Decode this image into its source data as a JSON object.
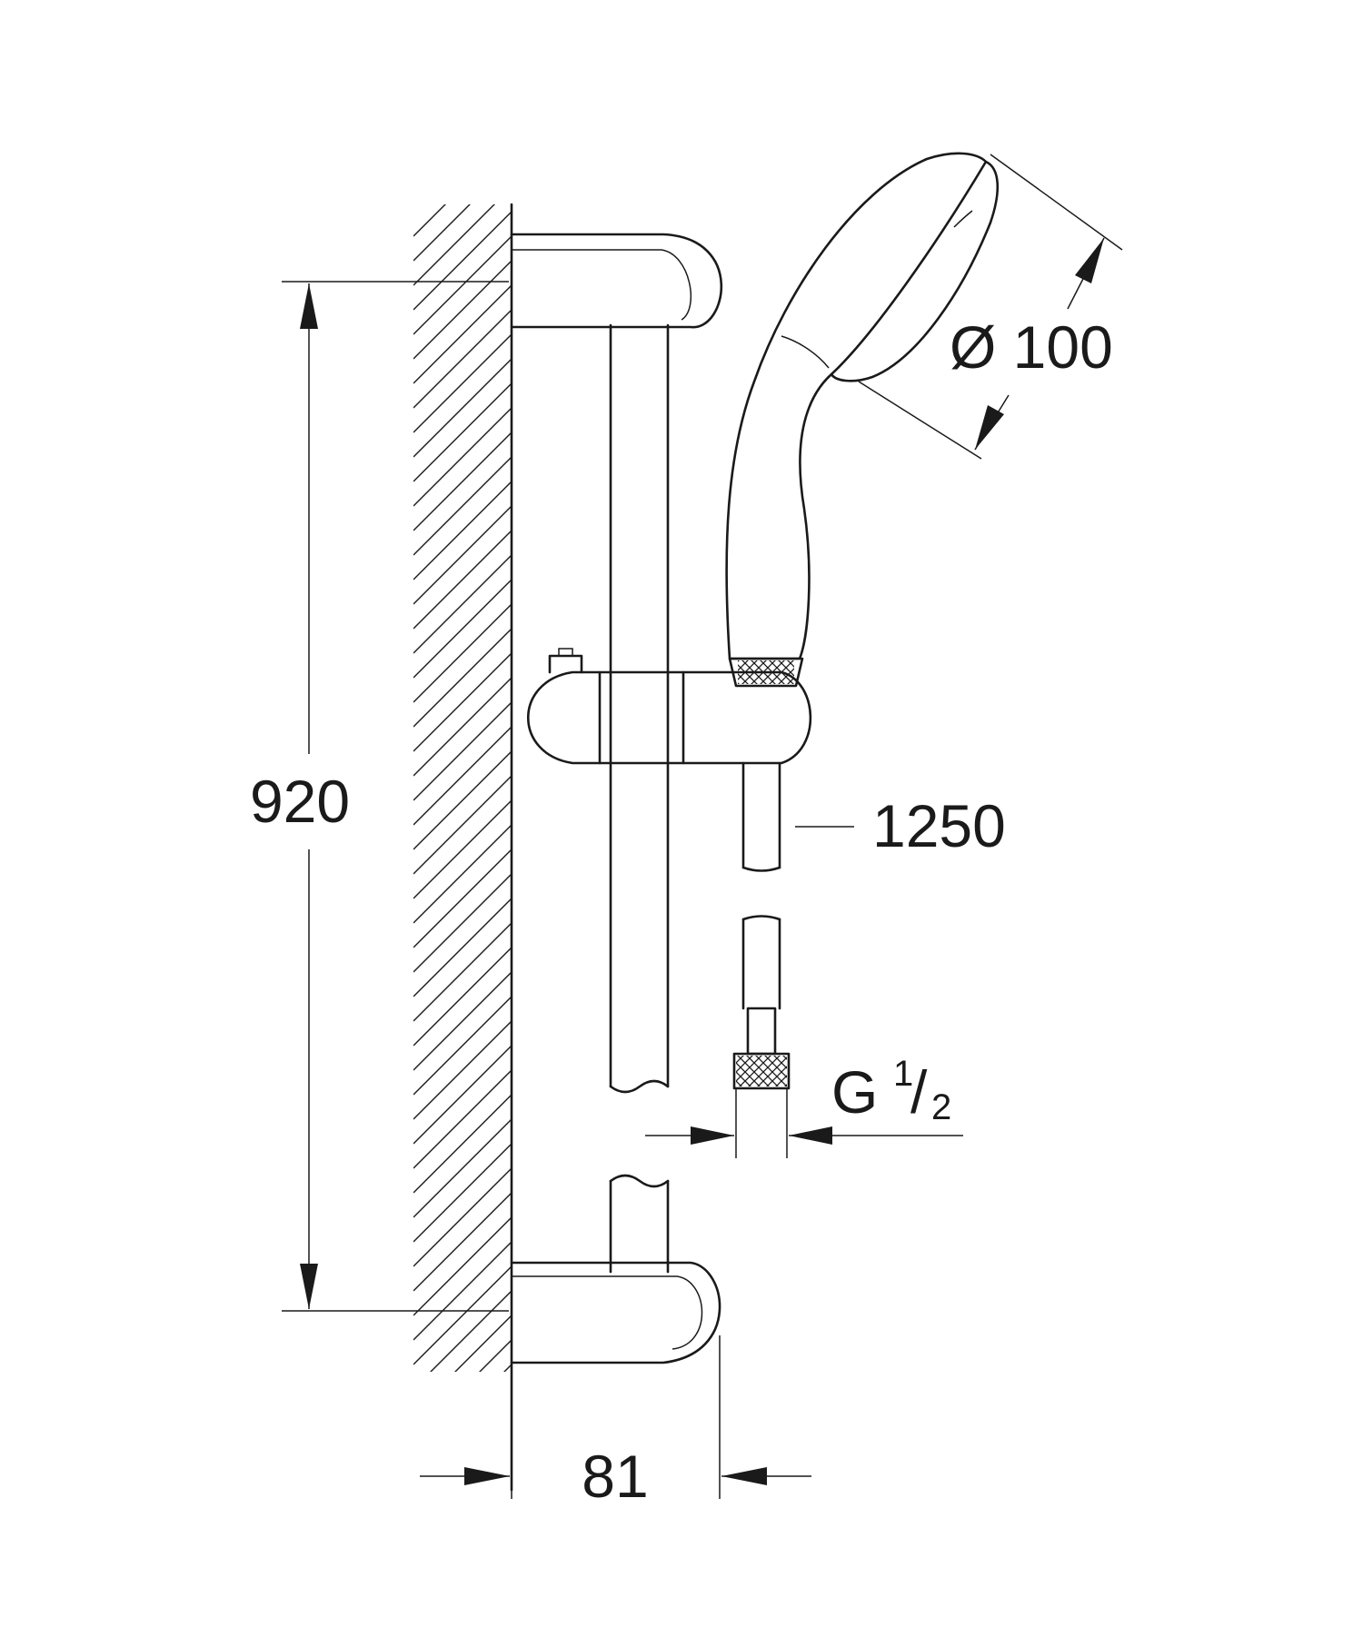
{
  "dimensions": {
    "height": "920",
    "head_diameter": "Ø 100",
    "hose_length": "1250",
    "thread_main": "G",
    "thread_num": "1",
    "thread_slash": "/",
    "thread_den": "2",
    "projection": "81"
  },
  "colors": {
    "ink": "#1a1a1a",
    "paper": "#ffffff"
  }
}
